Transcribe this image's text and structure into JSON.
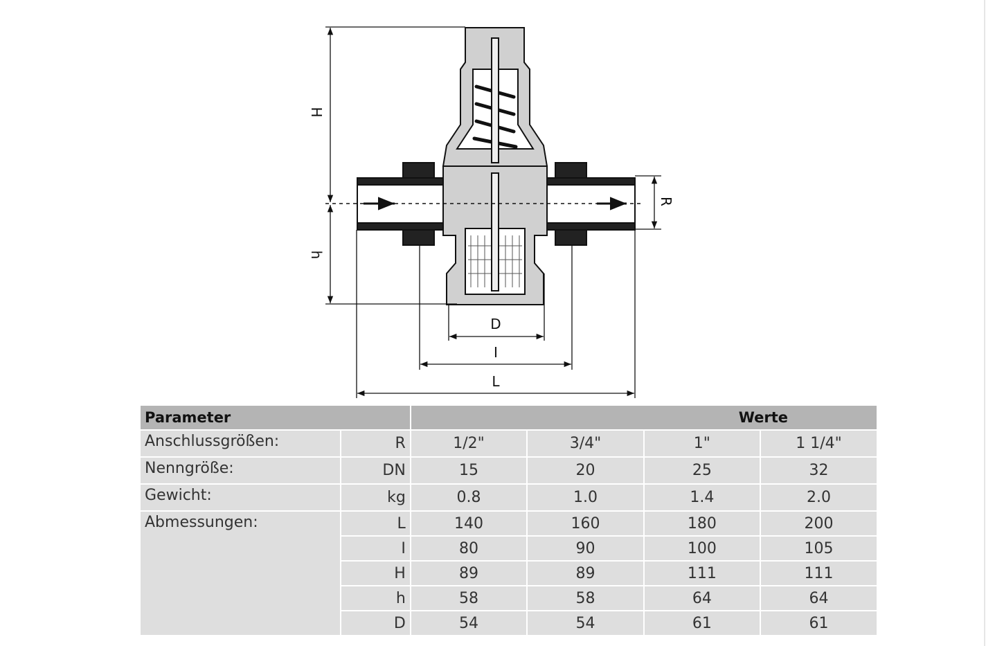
{
  "diagram": {
    "labels": {
      "H": "H",
      "h": "h",
      "R": "R",
      "D": "D",
      "I": "I",
      "L": "L"
    }
  },
  "table": {
    "header": {
      "parameter": "Parameter",
      "values": "Werte"
    },
    "rows": [
      {
        "label": "Anschlussgrößen:",
        "unit": "R",
        "values": [
          "1/2\"",
          "3/4\"",
          "1\"",
          "1 1/4\""
        ]
      },
      {
        "label": "Nenngröße:",
        "unit": "DN",
        "values": [
          "15",
          "20",
          "25",
          "32"
        ]
      },
      {
        "label": "Gewicht:",
        "unit": "kg",
        "values": [
          "0.8",
          "1.0",
          "1.4",
          "2.0"
        ]
      },
      {
        "label": "Abmessungen:",
        "unit": "L",
        "values": [
          "140",
          "160",
          "180",
          "200"
        ]
      },
      {
        "label": "",
        "unit": "I",
        "values": [
          "80",
          "90",
          "100",
          "105"
        ]
      },
      {
        "label": "",
        "unit": "H",
        "values": [
          "89",
          "89",
          "111",
          "111"
        ]
      },
      {
        "label": "",
        "unit": "h",
        "values": [
          "58",
          "58",
          "64",
          "64"
        ]
      },
      {
        "label": "",
        "unit": "D",
        "values": [
          "54",
          "54",
          "61",
          "61"
        ]
      }
    ]
  }
}
